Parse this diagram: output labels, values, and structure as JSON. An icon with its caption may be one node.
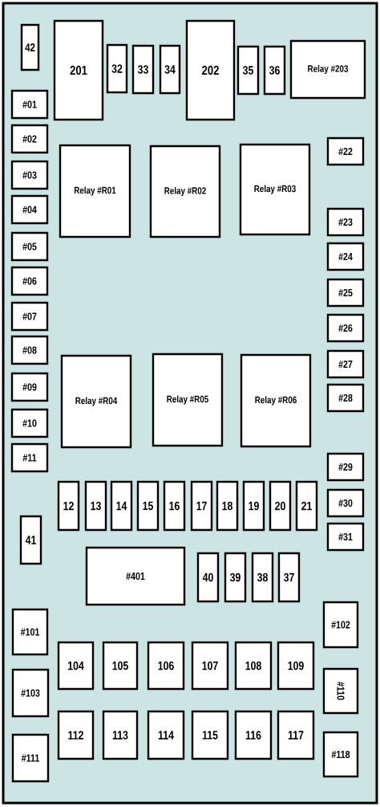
{
  "diagram": {
    "nodes": [
      {
        "text": [
          "42"
        ]
      },
      {
        "text": [
          "201"
        ]
      },
      {
        "text": [
          "32"
        ]
      },
      {
        "text": [
          "33"
        ]
      },
      {
        "text": [
          "34"
        ]
      },
      {
        "text": [
          "202"
        ]
      },
      {
        "text": [
          "35"
        ]
      },
      {
        "text": [
          "36"
        ]
      },
      {
        "text": [
          "Relay #203"
        ]
      },
      {
        "text": [
          "#01"
        ]
      },
      {
        "text": [
          "#02"
        ]
      },
      {
        "text": [
          "#03"
        ]
      },
      {
        "text": [
          "#04"
        ]
      },
      {
        "text": [
          "#05"
        ]
      },
      {
        "text": [
          "#06"
        ]
      },
      {
        "text": [
          "#07"
        ]
      },
      {
        "text": [
          "#08"
        ]
      },
      {
        "text": [
          "#09"
        ]
      },
      {
        "text": [
          "#10"
        ]
      },
      {
        "text": [
          "#11"
        ]
      },
      {
        "text": [
          "Relay #R01"
        ]
      },
      {
        "text": [
          "Relay #R02"
        ]
      },
      {
        "text": [
          "Relay #R03"
        ]
      },
      {
        "text": [
          "#22"
        ]
      },
      {
        "text": [
          "#23"
        ]
      },
      {
        "text": [
          "#24"
        ]
      },
      {
        "text": [
          "#25"
        ]
      },
      {
        "text": [
          "#26"
        ]
      },
      {
        "text": [
          "#27"
        ]
      },
      {
        "text": [
          "#28"
        ]
      },
      {
        "text": [
          "Relay #R04"
        ]
      },
      {
        "text": [
          "Relay #R05"
        ]
      },
      {
        "text": [
          "Relay #R06"
        ]
      },
      {
        "text": [
          "#29"
        ]
      },
      {
        "text": [
          "#30"
        ]
      },
      {
        "text": [
          "#31"
        ]
      },
      {
        "text": [
          "12"
        ]
      },
      {
        "text": [
          "13"
        ]
      },
      {
        "text": [
          "14"
        ]
      },
      {
        "text": [
          "15"
        ]
      },
      {
        "text": [
          "16"
        ]
      },
      {
        "text": [
          "17"
        ]
      },
      {
        "text": [
          "18"
        ]
      },
      {
        "text": [
          "19"
        ]
      },
      {
        "text": [
          "20"
        ]
      },
      {
        "text": [
          "21"
        ]
      },
      {
        "text": [
          "41"
        ]
      },
      {
        "text": [
          "#401"
        ]
      },
      {
        "text": [
          "40"
        ]
      },
      {
        "text": [
          "39"
        ]
      },
      {
        "text": [
          "38"
        ]
      },
      {
        "text": [
          "37"
        ]
      },
      {
        "text": [
          "#101"
        ]
      },
      {
        "text": [
          "#102"
        ]
      },
      {
        "text": [
          "104"
        ]
      },
      {
        "text": [
          "105"
        ]
      },
      {
        "text": [
          "106"
        ]
      },
      {
        "text": [
          "107"
        ]
      },
      {
        "text": [
          "108"
        ]
      },
      {
        "text": [
          "109"
        ]
      },
      {
        "text": [
          "#103"
        ]
      },
      {
        "text": [
          "#110"
        ]
      },
      {
        "text": [
          "112"
        ]
      },
      {
        "text": [
          "113"
        ]
      },
      {
        "text": [
          "114"
        ]
      },
      {
        "text": [
          "115"
        ]
      },
      {
        "text": [
          "116"
        ]
      },
      {
        "text": [
          "117"
        ]
      },
      {
        "text": [
          "#111"
        ]
      },
      {
        "text": [
          "#118"
        ]
      }
    ]
  }
}
